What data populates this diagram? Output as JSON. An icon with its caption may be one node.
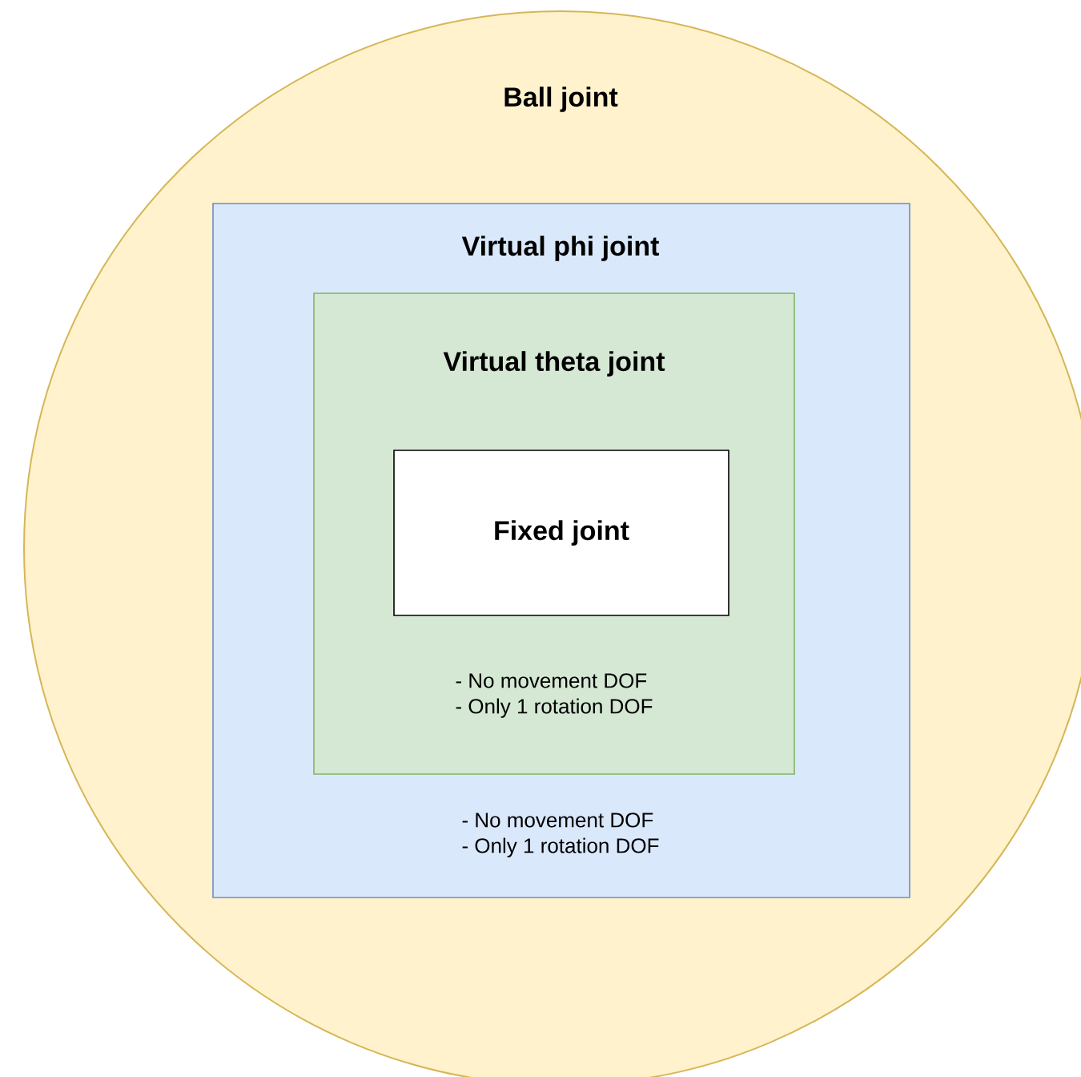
{
  "diagram": {
    "nodes": [
      {
        "text": [
          "Ball joint"
        ]
      },
      {
        "text": [
          "Virtual phi joint",
          "- No movement DOF",
          "- Only 1 rotation DOF"
        ],
        "in": 0
      },
      {
        "text": [
          "Virtual theta joint",
          "- No movement DOF",
          "- Only 1 rotation DOF"
        ],
        "in": 1
      },
      {
        "text": [
          "Fixed joint"
        ],
        "in": 2
      }
    ]
  }
}
